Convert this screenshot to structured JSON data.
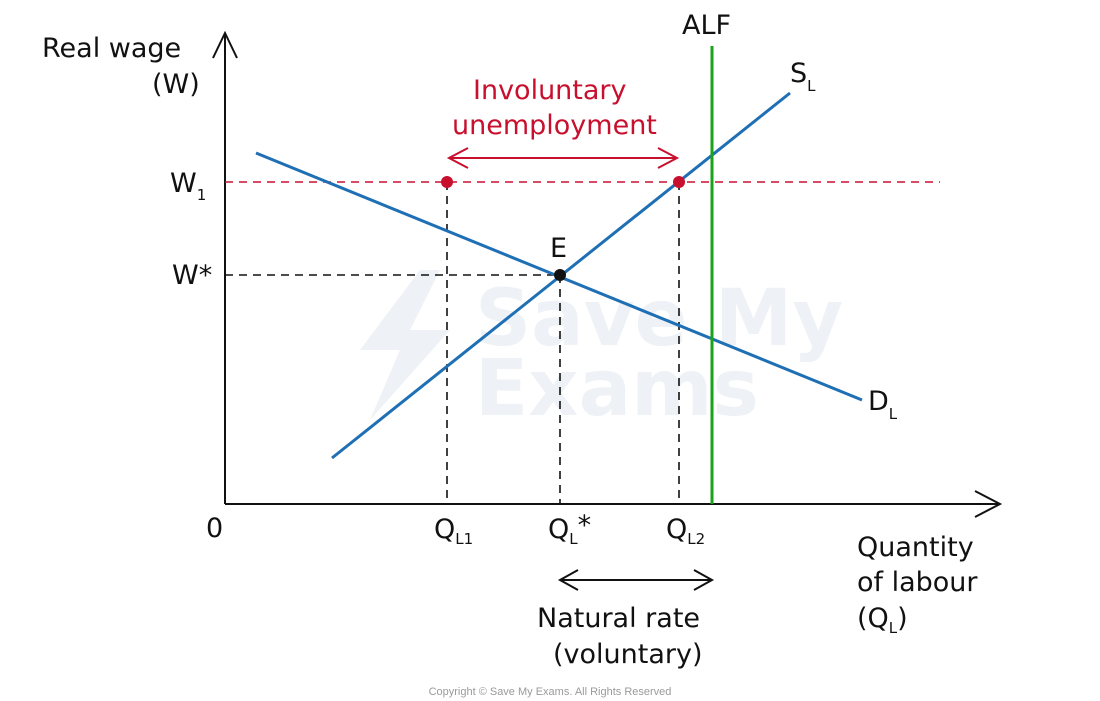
{
  "axes": {
    "y_label_line1": "Real wage",
    "y_label_line2": "(W)",
    "x_label_line1": "Quantity",
    "x_label_line2": "of labour",
    "x_label_line3_main": "(Q",
    "x_label_line3_sub": "L",
    "x_label_line3_end": ")",
    "origin": "0"
  },
  "ticks": {
    "w1_main": "W",
    "w1_sub": "1",
    "wstar": "W*",
    "ql1_main": "Q",
    "ql1_sub": "L1",
    "qlstar_main": "Q",
    "qlstar_sub": "L",
    "qlstar_star": "*",
    "ql2_main": "Q",
    "ql2_sub": "L2"
  },
  "curves": {
    "alf": "ALF",
    "supply_main": "S",
    "supply_sub": "L",
    "demand_main": "D",
    "demand_sub": "L",
    "equilibrium": "E"
  },
  "annotations": {
    "involuntary_line1": "Involuntary",
    "involuntary_line2": "unemployment",
    "natural_line1": "Natural rate",
    "natural_line2": "(voluntary)"
  },
  "watermark": {
    "line1": "Save My",
    "line2": "Exams"
  },
  "copyright": "Copyright © Save My Exams. All Rights Reserved",
  "colors": {
    "curve": "#1f6fb5",
    "alf": "#19a319",
    "highlight": "#c8102e",
    "axis": "#111111"
  }
}
